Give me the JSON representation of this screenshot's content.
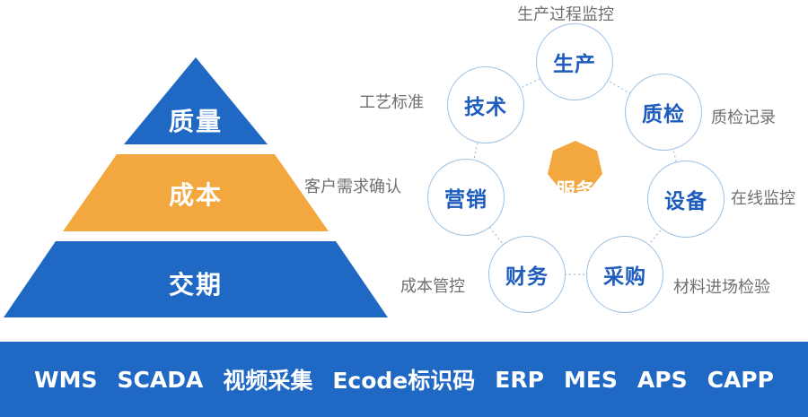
{
  "pyramid": {
    "tiers": [
      {
        "label": "质量",
        "color": "#1f68c4"
      },
      {
        "label": "成本",
        "color": "#f2a83f"
      },
      {
        "label": "交期",
        "color": "#1f68c4"
      }
    ]
  },
  "wheel": {
    "center": {
      "label": "服务",
      "color": "#f2a83f"
    },
    "nodes": [
      {
        "id": "production",
        "label": "生产",
        "caption": "生产过程监控"
      },
      {
        "id": "quality",
        "label": "质检",
        "caption": "质检记录"
      },
      {
        "id": "equipment",
        "label": "设备",
        "caption": "在线监控"
      },
      {
        "id": "procurement",
        "label": "采购",
        "caption": "材料进场检验"
      },
      {
        "id": "finance",
        "label": "财务",
        "caption": "成本管控"
      },
      {
        "id": "marketing",
        "label": "营销",
        "caption": "客户需求确认"
      },
      {
        "id": "technology",
        "label": "技术",
        "caption": "工艺标准"
      }
    ],
    "ring_color": "#9cc0e4"
  },
  "systems_bar": {
    "color": "#1f68c4",
    "items": [
      "WMS",
      "SCADA",
      "视频采集",
      "Ecode标识码",
      "ERP",
      "MES",
      "APS",
      "CAPP"
    ]
  }
}
